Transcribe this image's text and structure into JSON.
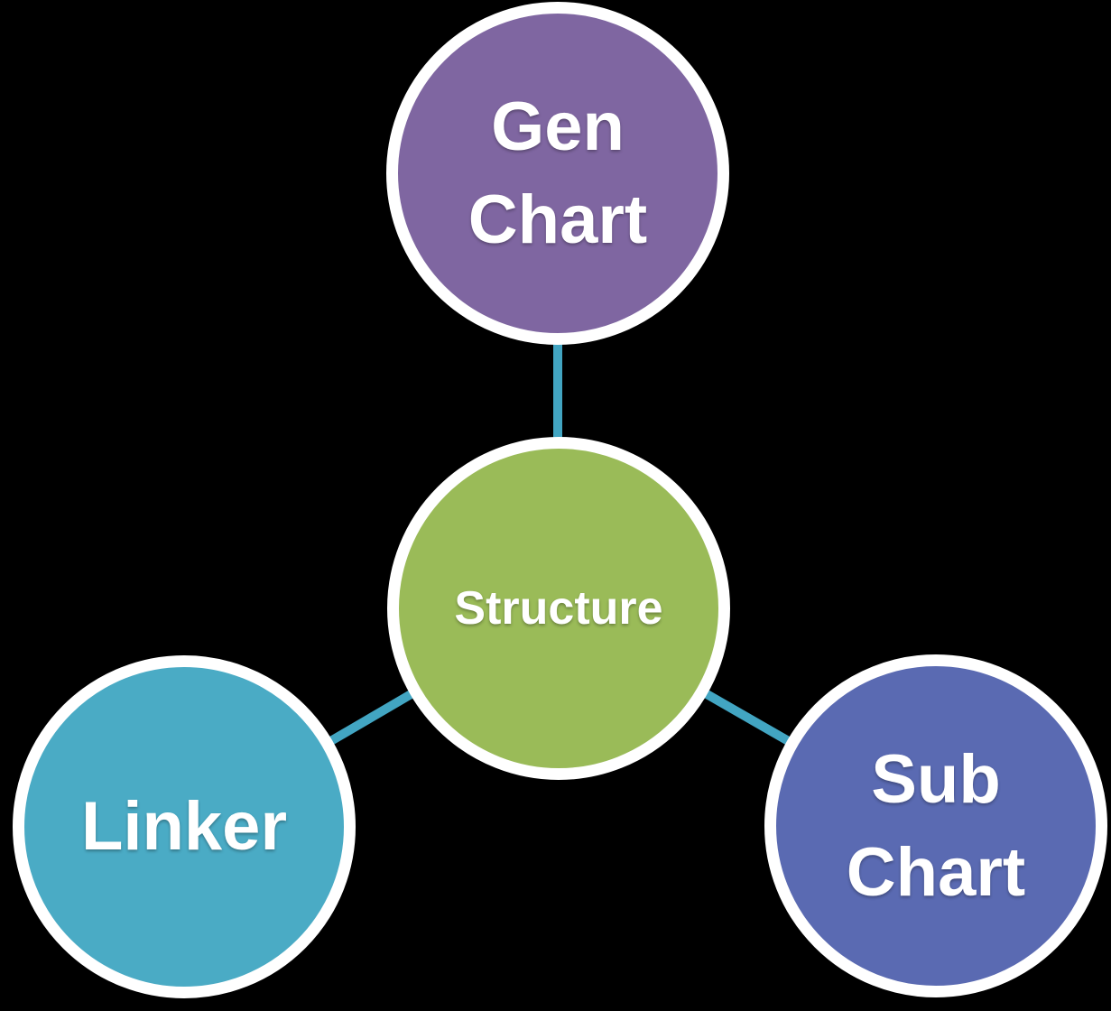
{
  "canvas": {
    "background": "#000000"
  },
  "diagram": {
    "type": "radial-cycle",
    "ring_color": "#FFFFFF",
    "text_color": "#FFFFFF",
    "connector_color": "#42A5C2",
    "connector_width": "10",
    "center_node": {
      "id": "structure",
      "label": "Structure",
      "color": "#9ABB58"
    },
    "nodes": [
      {
        "id": "gen-chart",
        "label": "Gen\nChart",
        "color": "#7F66A1",
        "position": "top"
      },
      {
        "id": "linker",
        "label": "Linker",
        "color": "#4AABC5",
        "position": "bottom-left"
      },
      {
        "id": "sub-chart",
        "label": "Sub\nChart",
        "color": "#5A6AB2",
        "position": "bottom-right"
      }
    ],
    "edges": [
      {
        "from": "structure",
        "to": "gen-chart"
      },
      {
        "from": "structure",
        "to": "linker"
      },
      {
        "from": "structure",
        "to": "sub-chart"
      }
    ]
  }
}
